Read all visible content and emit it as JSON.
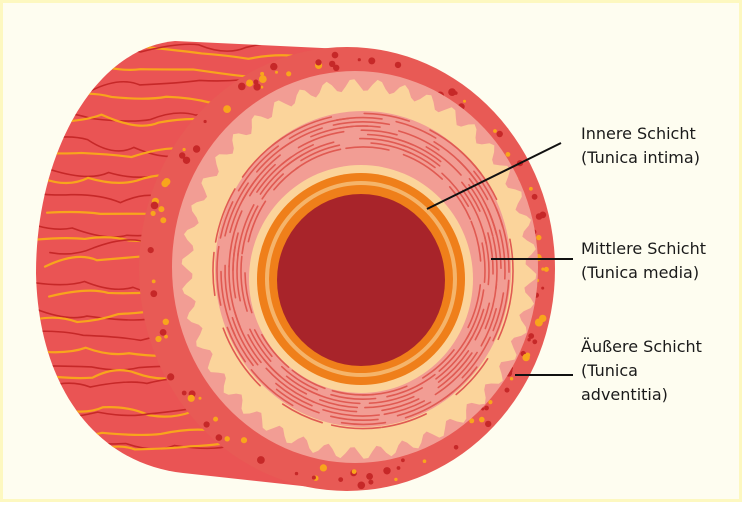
{
  "labels": {
    "intima": {
      "line1": "Innere Schicht",
      "line2": "(Tunica intima)"
    },
    "media": {
      "line1": "Mittlere Schicht",
      "line2": "(Tunica media)"
    },
    "adventitia": {
      "line1": "Äußere Schicht",
      "line2": "(Tunica",
      "line3": "adventitia)"
    }
  },
  "colors": {
    "background": "#fefdf0",
    "border": "#fdf8c0",
    "outer_tissue": "#ea5454",
    "vein": "#c62828",
    "capillary": "#f8a51c",
    "adventitia": "#e85a55",
    "media": "#f29d94",
    "wavy_layer": "#fbd49b",
    "intima": "#ef7f1a",
    "lumen": "#a8242a"
  }
}
